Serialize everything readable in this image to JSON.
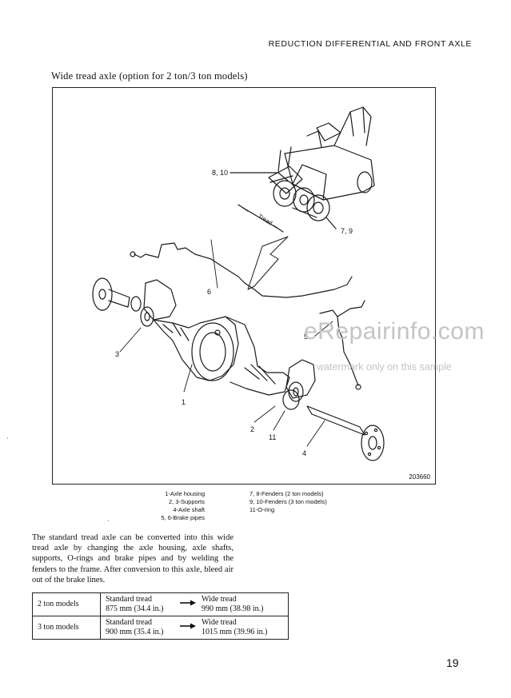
{
  "header": {
    "section_title": "REDUCTION DIFFERENTIAL AND FRONT AXLE"
  },
  "subtitle": "Wide tread axle (option for 2 ton/3 ton models)",
  "figure": {
    "number": "203660",
    "callouts": {
      "c810": "8, 10",
      "c79": "7, 9",
      "tread": "Tread",
      "c6": "6",
      "c5": "5",
      "c3": "3",
      "c1": "1",
      "c2": "2",
      "c11": "11",
      "c4": "4"
    }
  },
  "watermark": {
    "brand": "eRepairinfo.com",
    "note": "watermark only on this sample"
  },
  "legend": {
    "left": [
      "1-Axle housing",
      "2, 3-Supports",
      "4-Axle shaft",
      "5, 6-Brake pipes"
    ],
    "right": [
      "7, 8-Fenders (2 ton models)",
      "9, 10-Fenders (3 ton models)",
      "11-O-ring"
    ]
  },
  "body_text": "The standard tread axle can be converted into this wide tread axle by changing the axle housing, axle shafts, supports, O-rings and brake pipes and by welding the fenders to the frame. After conversion to this axle, bleed air out of the brake lines.",
  "table": {
    "rows": [
      {
        "model": "2 ton models",
        "standard_label": "Standard tread",
        "standard_value": "875 mm (34.4 in.)",
        "wide_label": "Wide tread",
        "wide_value": "990 mm (38.98 in.)"
      },
      {
        "model": "3 ton models",
        "standard_label": "Standard tread",
        "standard_value": "900 mm (35.4 in.)",
        "wide_label": "Wide tread",
        "wide_value": "1015 mm (39.96 in.)"
      }
    ]
  },
  "page_number": "19"
}
